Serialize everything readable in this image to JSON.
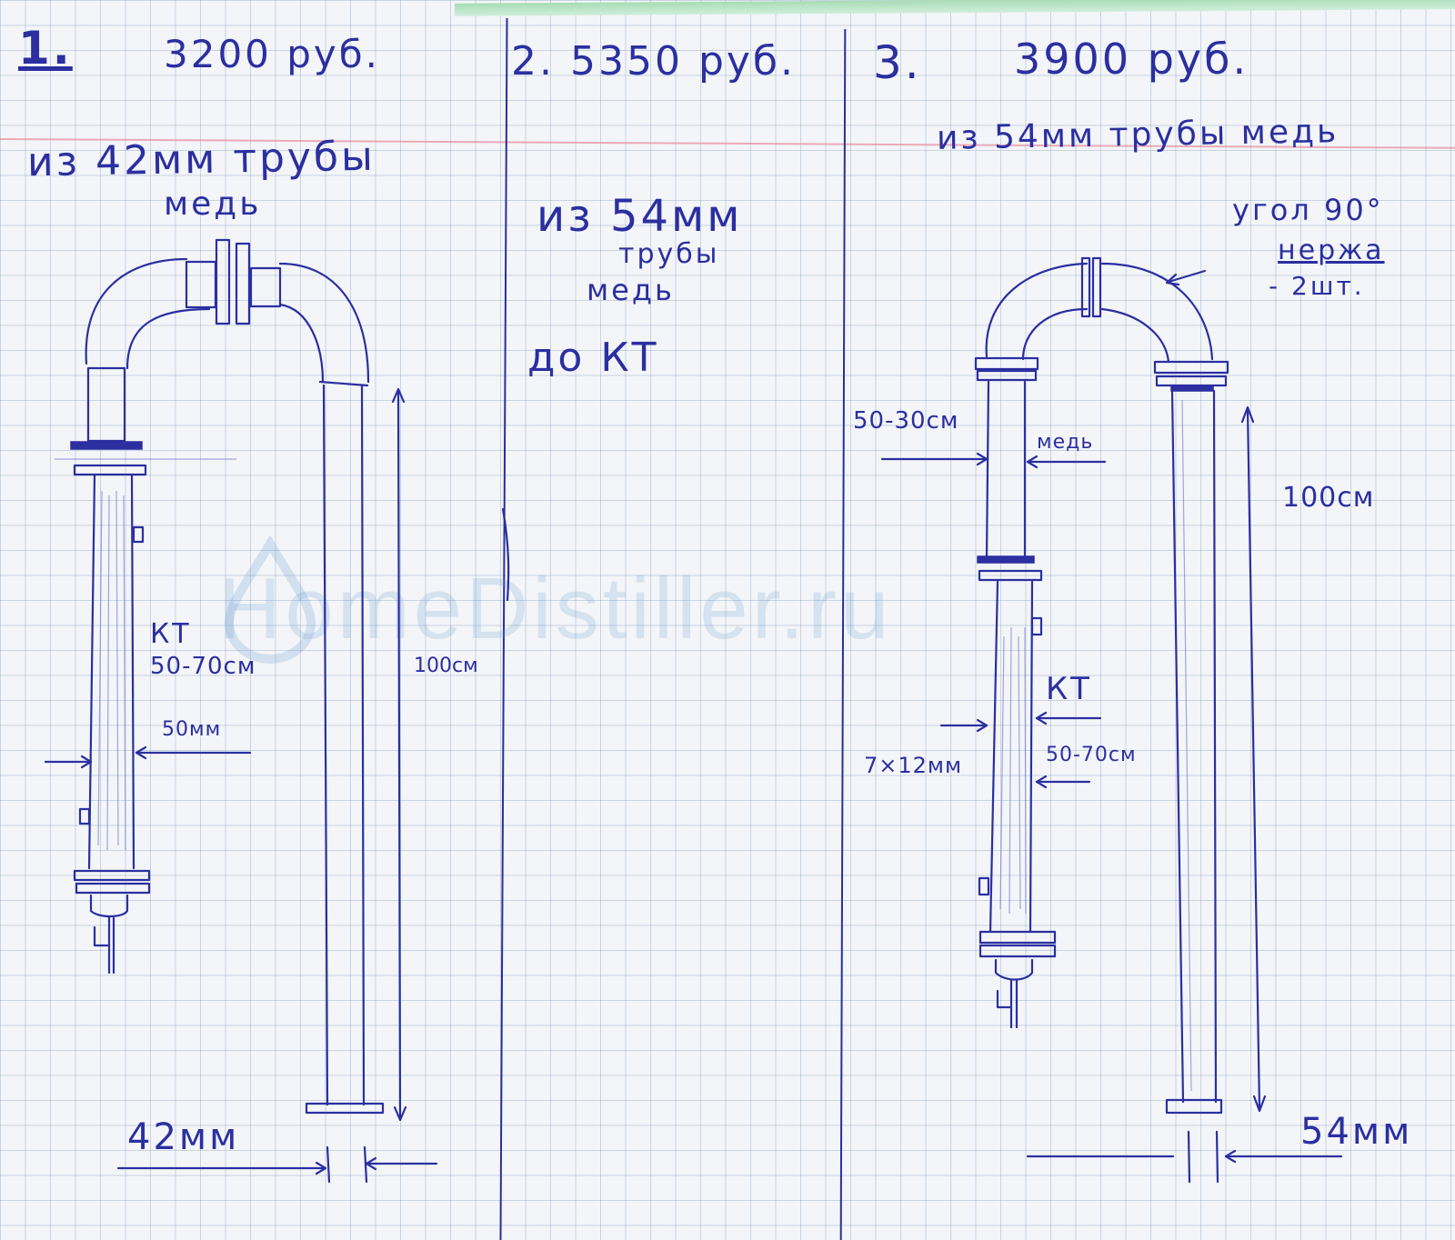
{
  "options": [
    {
      "number": "1.",
      "price": "3200 руб.",
      "material": "из 42мм трубы",
      "material_line2": "медь",
      "labels": {
        "packing": "КТ",
        "packing_length": "50-70см",
        "column_diameter": "50мм",
        "height": "100см",
        "tube_diameter": "42мм"
      }
    },
    {
      "number": "2.",
      "price": "5350 руб.",
      "material": "из 54мм",
      "material_line2": "трубы",
      "material_line3": "медь",
      "note": "до КТ"
    },
    {
      "number": "3.",
      "price": "3900 руб.",
      "material": "из 54мм трубы медь",
      "labels": {
        "elbow": "угол 90°",
        "elbow_material": "нержа",
        "elbow_count": "- 2шт.",
        "upper_length": "50-30см",
        "upper_material": "медь",
        "height": "100см",
        "packing": "КТ",
        "packing_size": "7×12мм",
        "packing_length": "50-70см",
        "tube_diameter": "54мм"
      }
    }
  ],
  "watermark": "HomeDistiller.ru",
  "colors": {
    "ink": "#2b2fa0",
    "paper": "#f3f5f8",
    "grid": "#7896b9",
    "margin_line": "#e6788c",
    "watermark": "#6ea0d2"
  }
}
